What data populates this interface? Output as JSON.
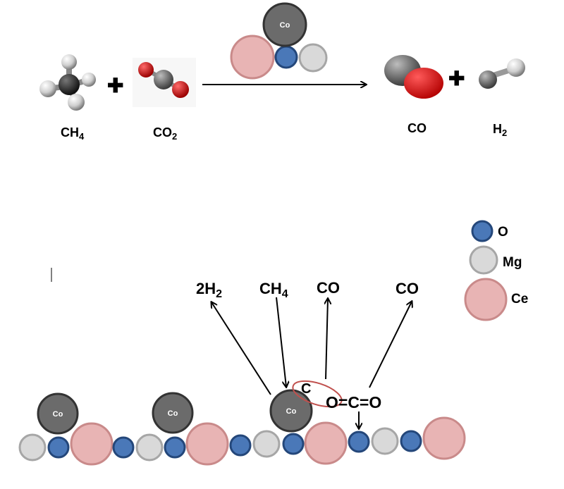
{
  "reaction": {
    "reactant_1": {
      "main": "CH",
      "sub": "4"
    },
    "reactant_2": {
      "main": "CO",
      "sub": "2"
    },
    "catalyst_label": "Co",
    "product_1": "CO",
    "product_2": {
      "main": "H",
      "sub": "2"
    },
    "plus_symbol": "✚"
  },
  "surface": {
    "co_label": "Co",
    "product_h2": {
      "prefix": "2H",
      "sub": "2"
    },
    "reactant_ch4": {
      "main": "CH",
      "sub": "4"
    },
    "product_co_1": "CO",
    "product_co_2": "CO",
    "carbon_label": "C",
    "co2_formula": "O=C=O"
  },
  "legend": {
    "o_label": "O",
    "mg_label": "Mg",
    "ce_label": "Ce"
  },
  "colors": {
    "o_fill": "#4a78b8",
    "mg_fill": "#d9d9d9",
    "ce_fill": "#e8b4b4",
    "co_fill": "#6b6b6b",
    "carbon_ring": "#c0504d"
  }
}
